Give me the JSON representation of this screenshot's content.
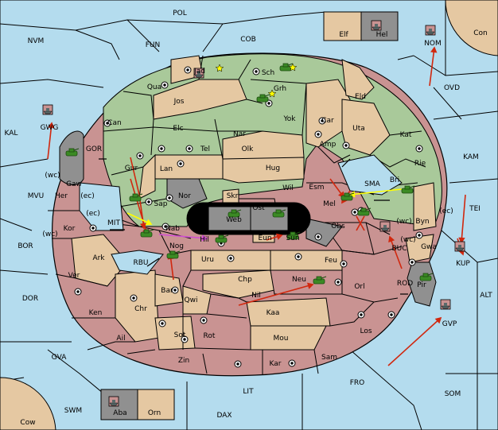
{
  "colors": {
    "sea": "#b4dcee",
    "green": "#a9c99a",
    "tan": "#e5c8a2",
    "red": "#c99392",
    "gray": "#909090",
    "black": "#000000",
    "order_red": "#d1280f",
    "order_yellow": "#ffff00",
    "order_magenta": "#d24fd2",
    "unit_green": "#3b8a24",
    "unit_gray": "#5a6a6a"
  },
  "sea_labels": [
    "POL",
    "NVM",
    "FUN",
    "COB",
    "Con",
    "NOM",
    "OVD",
    "KAL",
    "GOR",
    "KAM",
    "MVU",
    "SMA",
    "TEI",
    "BOR",
    "MIT",
    "RBU",
    "BUC",
    "KUP",
    "DOR",
    "ROD",
    "ALT",
    "GVP",
    "GVA",
    "FRO",
    "LIT",
    "SOM",
    "SWM",
    "DAX",
    "Cow"
  ],
  "coast_labels": [
    "(wc)",
    "(ec)",
    "(ec)",
    "(wc)",
    "(wc)",
    "(ec)",
    "(wc)"
  ],
  "green_labels": [
    "Jad",
    "Sch",
    "Qua",
    "Grh",
    "Jos",
    "Eld",
    "Can",
    "Yok",
    "Car",
    "Elc",
    "Nar",
    "Uta",
    "Kat",
    "Tel",
    "Amp",
    "Olk",
    "Gur",
    "Lan",
    "Hug",
    "Rie",
    "Bri",
    "Wil",
    "Esm",
    "Sap",
    "Nab"
  ],
  "tan_labels": [
    "Elf",
    "Skr",
    "Eun",
    "Uru",
    "Feu",
    "Ark",
    "Chp",
    "Chr",
    "Bar",
    "Qwi",
    "Kaa",
    "Sot",
    "Mou",
    "Byn",
    "Gwa"
  ],
  "red_labels": [
    "Her",
    "Kor",
    "Ver",
    "Ken",
    "Ail",
    "Zin",
    "Kar",
    "Sam",
    "Los",
    "Orl",
    "Neu",
    "Nil",
    "Rot",
    "Hil",
    "Nog",
    "Obs",
    "Mel",
    "Sun",
    "Ost",
    "Web"
  ],
  "gray_labels": [
    "Hel",
    "Aba",
    "Orn",
    "Gaw",
    "Nor",
    "Pir",
    "GWG"
  ]
}
